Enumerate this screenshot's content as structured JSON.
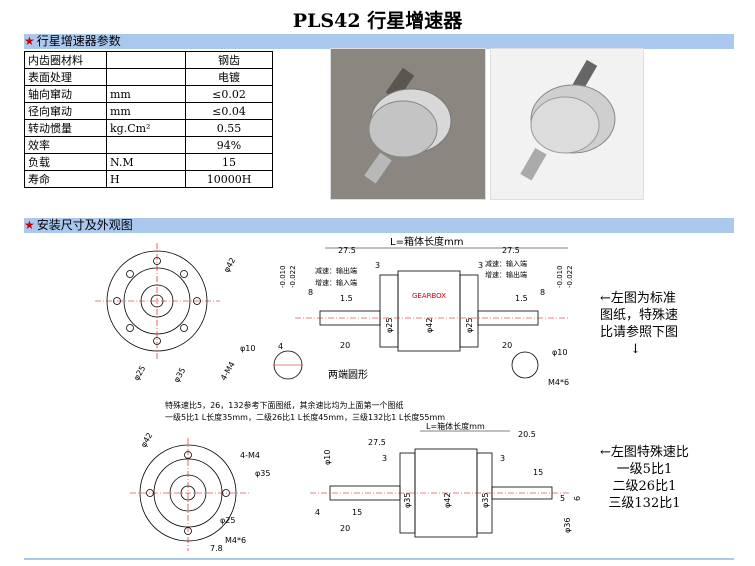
{
  "title": "PLS42 行星增速器",
  "section1": {
    "label": "行星增速器参数"
  },
  "params": [
    {
      "name": "内齿圈材料",
      "unit": "",
      "value": "钢齿"
    },
    {
      "name": "表面处理",
      "unit": "",
      "value": "电镀"
    },
    {
      "name": "轴向窜动",
      "unit": "mm",
      "value": "≤0.02"
    },
    {
      "name": "径向窜动",
      "unit": "mm",
      "value": "≤0.04"
    },
    {
      "name": "转动惯量",
      "unit": "kg.Cm²",
      "value": "0.55"
    },
    {
      "name": "效率",
      "unit": "",
      "value": "94%"
    },
    {
      "name": "负载",
      "unit": "N.M",
      "value": "15"
    },
    {
      "name": "寿命",
      "unit": "H",
      "value": "10000H"
    }
  ],
  "section2": {
    "label": "安装尺寸及外观图"
  },
  "drawing": {
    "length_label": "L=箱体长度mm",
    "length_label_small": "L=箱体长度mm",
    "dim_27_5": "27.5",
    "dim_1_5": "1.5",
    "dim_20": "20",
    "dim_8": "8",
    "dim_3": "3",
    "dim_4": "4",
    "dim_15": "15",
    "dim_20_5": "20.5",
    "dim_5": "5",
    "dim_6": "6",
    "dim_7_8": "7.8",
    "tol": "-0.010",
    "tol2": "-0.022",
    "phi10": "φ10",
    "phi42": "φ42",
    "phi25": "φ25",
    "phi35": "φ35",
    "phi36": "φ36",
    "m4": "4-M4",
    "m4x6": "M4*6",
    "reduce_out": "减速：输出端",
    "increase_in": "增速：输入端",
    "reduce_in": "减速：输入端",
    "increase_out": "增速：输出端",
    "gearbox": "GEARBOX",
    "both_round": "两端圆形",
    "special1": "特殊速比5，26，132参考下面图纸，其余速比均为上面第一个图纸",
    "special2": "一级5比1 L长度35mm，二级26比1 L长度45mm，三级132比1 L长度55mm"
  },
  "note1": [
    "←左图为标准",
    "图纸，特殊速",
    "比请参照下图",
    "↓"
  ],
  "note2": [
    "←左图特殊速比",
    "一级5比1",
    "二级26比1",
    "三级132比1"
  ],
  "colors": {
    "section_bar": "#aac8ee",
    "star": "#d40000",
    "centerline": "#d40000"
  }
}
